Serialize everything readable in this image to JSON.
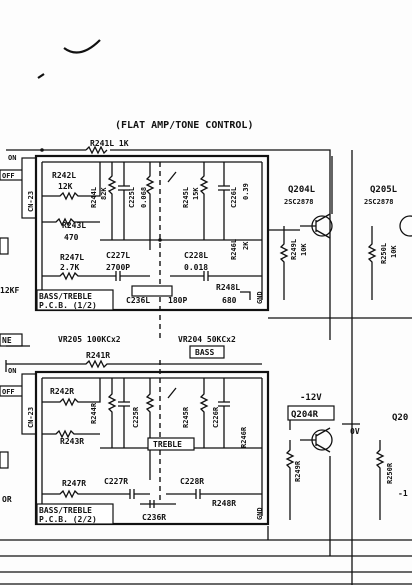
{
  "title": "(FLAT AMP/TONE CONTROL)",
  "labels": {
    "r241l": "R241L 1K",
    "r242l": "R242L",
    "r242l_v": "12K",
    "r244l": "R244L",
    "r244l_v": "82K",
    "c225l": "C225L",
    "c225l_v": "0.068",
    "r245l": "R245L",
    "r245l_v": "15K",
    "c226l": "C226L",
    "c226l_v": "0.39",
    "r243l": "R243L",
    "r243l_v": "470",
    "r247l": "R247L",
    "r247l_v": "2.7K",
    "c227l": "C227L",
    "c227l_v": "2700P",
    "c228l": "C228L",
    "c228l_v": "0.018",
    "r246l": "R246L",
    "r246l_v": "2K",
    "c236l": "C236L",
    "c236l_v": "180P",
    "r248l": "R248L",
    "r248l_v": "680",
    "gnd": "GND",
    "pcb1": "BASS/TREBLE",
    "pcb1b": "P.C.B. (1/2)",
    "pcb2": "BASS/TREBLE",
    "pcb2b": "P.C.B. (2/2)",
    "cn": "CN-23",
    "off": "OFF",
    "on": "ON",
    "q204l": "Q204L",
    "q204l_t": "2SC2878",
    "q205l": "Q205L",
    "q205l_t": "2SC2878",
    "r249l": "R249L",
    "r249l_v": "10K",
    "r250l": "R250L",
    "r250l_v": "10K",
    "kf": "12KF",
    "ne": "NE",
    "vr205": "VR205 100KCx2",
    "vr204": "VR204 50KCx2",
    "bass": "BASS",
    "treble": "TREBLE",
    "r241r": "R241R",
    "r242r": "R242R",
    "r244r": "R244R",
    "c225r": "C225R",
    "r245r": "R245R",
    "c226r": "C226R",
    "r243r": "R243R",
    "r246r": "R246R",
    "r247r": "R247R",
    "c227r": "C227R",
    "c228r": "C228R",
    "r248r": "R248R",
    "c236r": "C236R",
    "m12v": "-12V",
    "q204r": "Q204R",
    "ov": "0V",
    "r249r": "R249R",
    "r250r": "R250R",
    "q20": "Q20",
    "or": "OR",
    "minus1": "-1"
  }
}
